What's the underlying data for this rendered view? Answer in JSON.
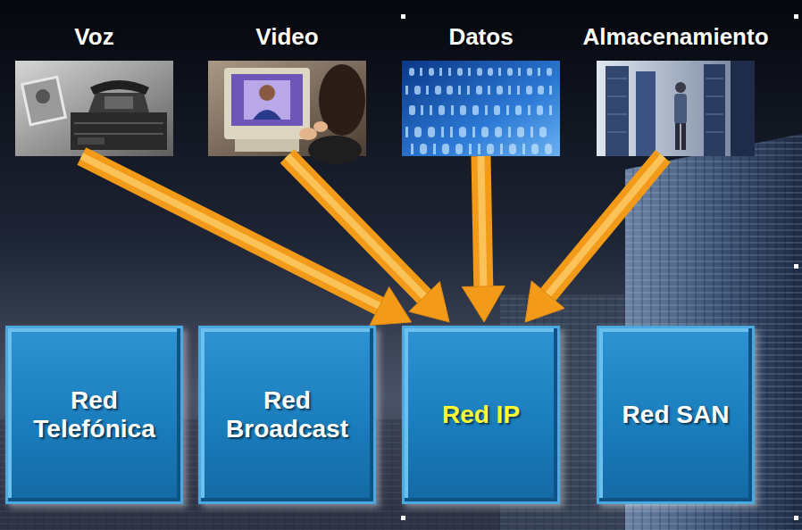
{
  "diagram": {
    "nodes": [
      {
        "text": [
          "Voz"
        ]
      },
      {
        "text": [
          "Video"
        ]
      },
      {
        "text": [
          "Datos"
        ]
      },
      {
        "text": [
          "Almacenamiento"
        ]
      },
      {
        "text": [
          "Red Telefónica"
        ]
      },
      {
        "text": [
          "Red Broadcast"
        ]
      },
      {
        "text": [
          "Red IP"
        ]
      },
      {
        "text": [
          "Red SAN"
        ]
      }
    ],
    "edges": [
      {
        "from": 0,
        "to": 6,
        "arrow": "to"
      },
      {
        "from": 1,
        "to": 6,
        "arrow": "to"
      },
      {
        "from": 2,
        "to": 6,
        "arrow": "to"
      },
      {
        "from": 3,
        "to": 6,
        "arrow": "to"
      }
    ]
  }
}
